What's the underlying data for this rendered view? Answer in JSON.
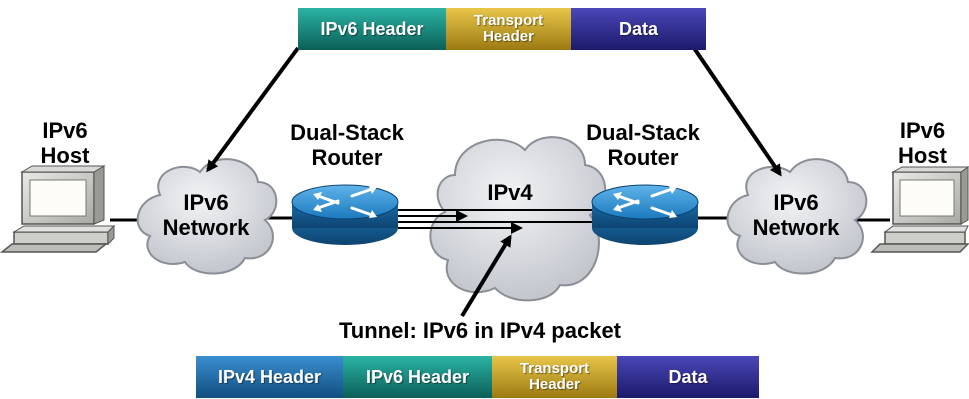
{
  "top_packet": {
    "ipv6_header": "IPv6 Header",
    "transport_header": "Transport\nHeader",
    "data": "Data"
  },
  "bottom_packet": {
    "ipv4_header": "IPv4 Header",
    "ipv6_header": "IPv6 Header",
    "transport_header": "Transport\nHeader",
    "data": "Data"
  },
  "left_host": {
    "label": "IPv6\nHost"
  },
  "right_host": {
    "label": "IPv6\nHost"
  },
  "left_network": {
    "label": "IPv6\nNetwork"
  },
  "right_network": {
    "label": "IPv6\nNetwork"
  },
  "left_router": {
    "label": "Dual-Stack\nRouter"
  },
  "right_router": {
    "label": "Dual-Stack\nRouter"
  },
  "ipv4_cloud": {
    "label": "IPv4"
  },
  "tunnel": {
    "label": "Tunnel: IPv6 in IPv4 packet"
  },
  "colors": {
    "teal": "#14837a",
    "gold": "#c9a227",
    "navy": "#2c2a8c",
    "blue": "#1f6fa8",
    "cloud": "#d0d3d9",
    "router": "#1b79bd"
  }
}
